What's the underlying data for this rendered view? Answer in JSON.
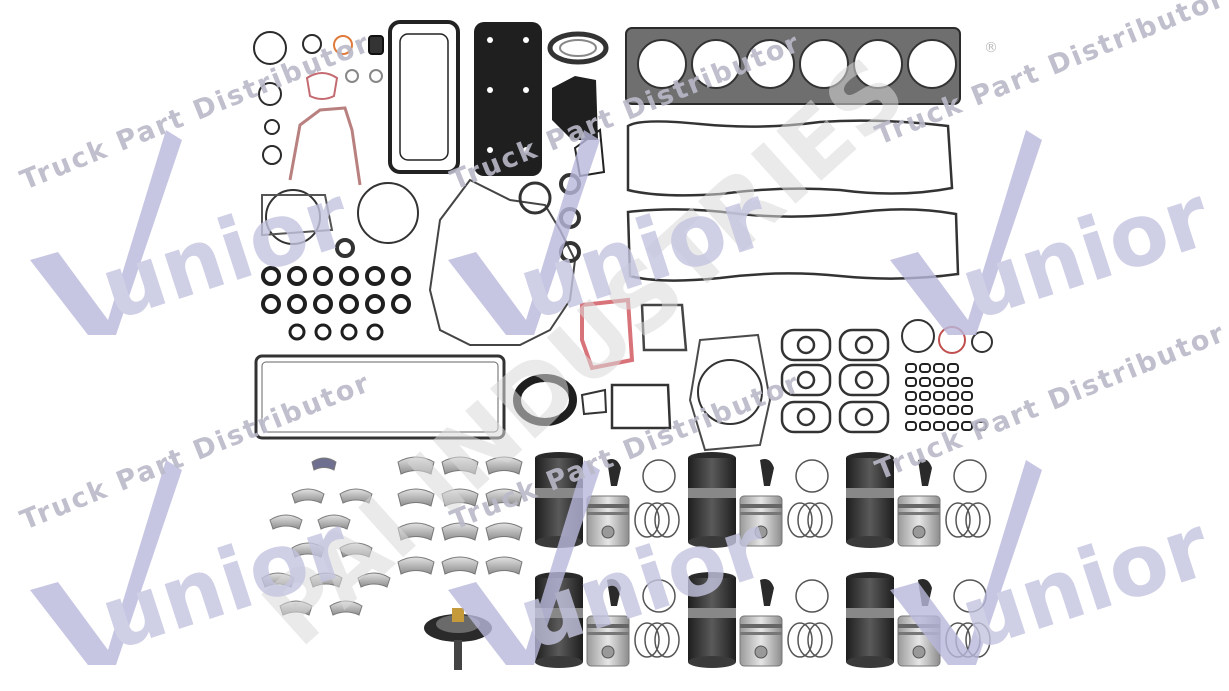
{
  "watermark": {
    "distributor_text": "Truck Part Distributor",
    "brand_text": "unior",
    "center_text": "PAI INDUSTRIES",
    "registered_mark": "®",
    "colors": {
      "brand": "#b9b9dd",
      "brand_text": "#c4c4e0",
      "distributor": "#b8b8c8",
      "center": "#d9d9d9"
    }
  },
  "parts_colors": {
    "gasket_dark": "#2b2b2b",
    "gasket_red": "#d9737a",
    "gasket_gray": "#8a8a8a",
    "liner_dark": "#3a3a3a",
    "piston_gray": "#c8c8c8",
    "bearing": "#b5b5b5",
    "ring": "#555555"
  }
}
